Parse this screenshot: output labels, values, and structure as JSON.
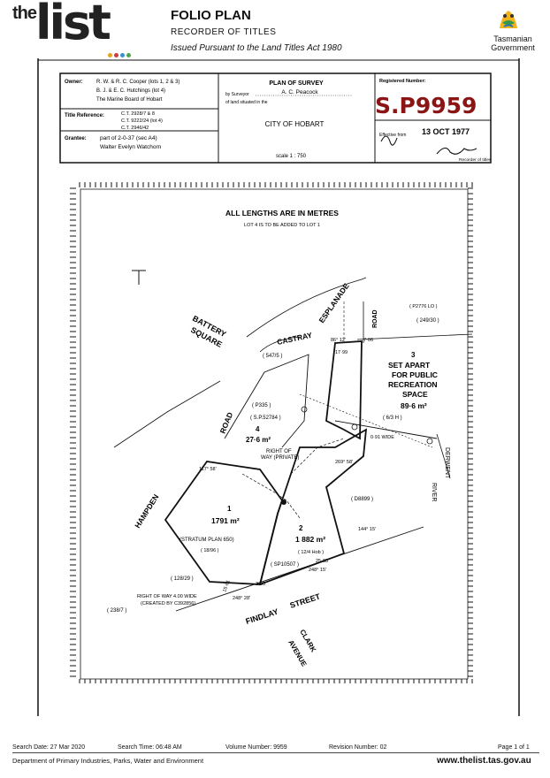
{
  "header": {
    "logo_the": "the",
    "logo_list": "list",
    "logo_dot_colors": [
      "#e8a020",
      "#d33c3c",
      "#3a8fd0",
      "#4aa84a"
    ],
    "title": "FOLIO PLAN",
    "subtitle": "RECORDER OF TITLES",
    "issued": "Issued Pursuant to the Land Titles Act 1980",
    "gov_name_line1": "Tasmanian",
    "gov_name_line2": "Government"
  },
  "plan_header": {
    "owner_label": "Owner:",
    "owner_lines": [
      "R. W. & R. C. Cooper  (lots 1, 2 & 3)",
      "B. J. & E. C. Hutchings  (lot 4)",
      "The Marine Board of Hobart"
    ],
    "title_ref_label": "Title Reference:",
    "title_ref_lines": [
      "C.T. 2928/7 & 8",
      "C.T. 9222/24 (lot 4)",
      "C.T. 2946/42"
    ],
    "grantee_label": "Grantee:",
    "grantee_lines": [
      "part of 2-0-37 (sec A4)",
      "Walter  Evelyn Watchorn"
    ],
    "plan_title": "PLAN OF SURVEY",
    "by_surveyor": "by Surveyor",
    "surveyor_name": "A. C. Peacock",
    "of_land": "of land situated in the",
    "location": "CITY  OF  HOBART",
    "scale": "scale 1 : 750",
    "reg_number_label": "Registered Number:",
    "reg_number": "S.P9959",
    "effective_label": "Effective from",
    "effective_date": "13 OCT 1977",
    "recorder_label": "Recorder of titles"
  },
  "plan": {
    "note1": "ALL  LENGTHS  ARE  IN  METRES",
    "note2": "LOT 4 IS TO BE ADDED TO LOT 1",
    "streets": {
      "battery_square": [
        "BATTERY",
        "SQUARE"
      ],
      "castray": "CASTRAY",
      "esplanade": "ESPLANADE",
      "road_top": "ROAD",
      "hampden": "HAMPDEN",
      "road_left": "ROAD",
      "findlay": "FINDLAY",
      "street": "STREET",
      "clark": "CLARK",
      "avenue": "AVENUE",
      "derwent": "DERWENT",
      "river": "RIVER"
    },
    "lot3": [
      "3",
      "SET APART",
      "FOR PUBLIC",
      "RECREATION",
      "SPACE",
      "89·6 m²"
    ],
    "lot4": [
      "4",
      "27·6 m²"
    ],
    "lot1": [
      "1",
      "1791 m²"
    ],
    "lot2": [
      "2",
      "1 882 m²"
    ],
    "stratum": "(STRATUM PLAN 650)",
    "row_note_lines": [
      "RIGHT OF WAY 4.00 WIDE",
      "(CREATED BY C392856)"
    ],
    "row_private": [
      "RIGHT OF",
      "WAY (PRIVATE)"
    ],
    "refs": {
      "p2776": "( P2776 LO )",
      "ref_249": "( 249/30 )",
      "ref_547": "( 547/5 )",
      "p335": "( P335 )",
      "sp52784": "( S.P.52784 )",
      "d8899": "( D8899 )",
      "sp10507": "( SP10507 )",
      "ref_128": "( 128/29 )",
      "ref_238": "( 238/7 )",
      "ref_6_3": "( 6/3 H )",
      "ref_18_96": "( 18/96 )",
      "ref_12_4": "( 12/4 Hob )"
    },
    "dims": {
      "d1": "86° 12'",
      "d2": "7·06",
      "d3": "17·99",
      "d4": "269° 58'",
      "d5": "248° 28'",
      "d6": "248° 15'",
      "d7": "25·93",
      "d8": "15·61",
      "d9": "3·00",
      "d10": "0·91 WIDE",
      "d11": "144° 15'",
      "d12": "117° 58'"
    }
  },
  "footer": {
    "search_date": "Search Date: 27 Mar 2020",
    "search_time": "Search Time: 06:48 AM",
    "volume": "Volume Number: 9959",
    "revision": "Revision Number: 02",
    "page": "Page 1 of 1",
    "department": "Department of Primary Industries, Parks, Water and Environment",
    "website": "www.thelist.tas.gov.au"
  }
}
